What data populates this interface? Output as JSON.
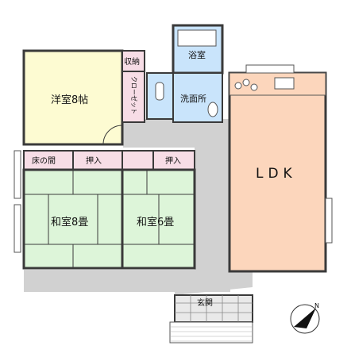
{
  "colors": {
    "western_room": "#fdfbd2",
    "storage": "#f7dde6",
    "tatami": "#ddf5d9",
    "wet_area": "#c9e4fb",
    "ldk": "#fcd6bc",
    "hall": "#d1d1d1",
    "wall": "#3a3a3a",
    "entrance": "#e9e9e9"
  },
  "rooms": {
    "western_8": "洋室8帖",
    "storage_small": "収納",
    "closet": "クローゼット",
    "bath": "浴室",
    "washroom": "洗面所",
    "ldk": "LDK",
    "tokonoma": "床の間",
    "oshiire_left": "押入",
    "oshiire_right": "押入",
    "tatami_8": "和室8畳",
    "tatami_6": "和室6畳",
    "entrance": "玄関"
  },
  "icons": {
    "compass": "north-compass-icon",
    "kitchen": "kitchen-sink-icon",
    "bathtub": "bathtub-icon",
    "toilet": "toilet-icon"
  }
}
